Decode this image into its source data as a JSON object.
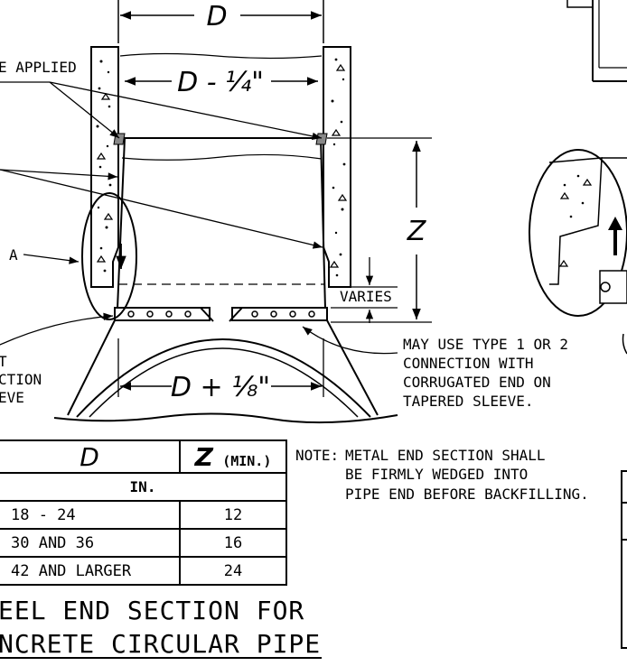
{
  "labels": {
    "dim_d": "D",
    "dim_d_minus": "D - ¼\"",
    "dim_d_plus": "D + ⅛\"",
    "dim_z": "Z",
    "varies": "VARIES",
    "detail_a": "A",
    "applied": "E APPLIED",
    "left_frag_1": "T",
    "left_frag_2": "CTION",
    "left_frag_3": "EVE"
  },
  "callout": {
    "line1": "MAY USE TYPE 1 OR 2",
    "line2": "CONNECTION WITH",
    "line3": "CORRUGATED END ON",
    "line4": "TAPERED SLEEVE."
  },
  "note": {
    "prefix": "NOTE:",
    "line1": "METAL END SECTION SHALL",
    "line2": "BE FIRMLY WEDGED INTO",
    "line3": "PIPE END BEFORE BACKFILLING."
  },
  "table": {
    "header_d": "D",
    "header_z": "Z",
    "header_z_suffix": "(MIN.)",
    "unit": "IN.",
    "rows": [
      {
        "d": "18 - 24",
        "z": "12"
      },
      {
        "d": "30 AND 36",
        "z": "16"
      },
      {
        "d": "42 AND LARGER",
        "z": "24"
      }
    ]
  },
  "title": {
    "line1": "EEL END SECTION FOR",
    "line2": "NCRETE CIRCULAR PIPE"
  }
}
